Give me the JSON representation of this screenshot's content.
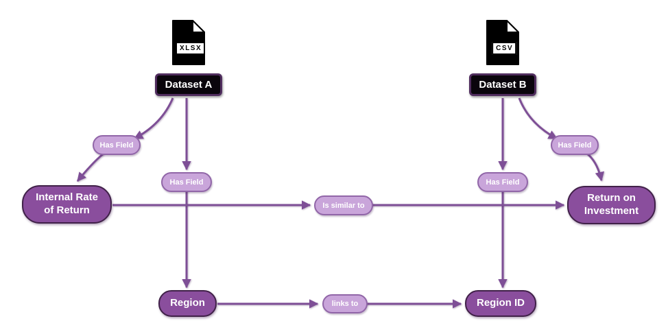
{
  "diagram": {
    "files": {
      "dataset_a_badge": "XLSX",
      "dataset_b_badge": "CSV"
    },
    "nodes": {
      "dataset_a": "Dataset A",
      "dataset_b": "Dataset B",
      "internal_rate_of_return": "Internal Rate\nof Return",
      "return_on_investment": "Return on\nInvestment",
      "region": "Region",
      "region_id": "Region ID"
    },
    "edges": [
      {
        "from": "Dataset A",
        "label": "Has Field",
        "to": "Internal Rate of Return"
      },
      {
        "from": "Dataset A",
        "label": "Has Field",
        "to": "Region"
      },
      {
        "from": "Dataset B",
        "label": "Has Field",
        "to": "Return on Investment"
      },
      {
        "from": "Dataset B",
        "label": "Has Field",
        "to": "Region ID"
      },
      {
        "from": "Internal Rate of Return",
        "label": "Is similar to",
        "to": "Return on Investment"
      },
      {
        "from": "Region",
        "label": "links to",
        "to": "Region ID"
      }
    ],
    "colors": {
      "node_fill": "#8a4e9d",
      "node_border": "#402148",
      "label_pill_fill": "#c9a5da",
      "label_pill_border": "#9166a8",
      "edge": "#7e4f96",
      "dataset_fill": "#0a050c",
      "dataset_border": "#502d5e",
      "text": "#ffffff",
      "background": "#ffffff"
    }
  }
}
